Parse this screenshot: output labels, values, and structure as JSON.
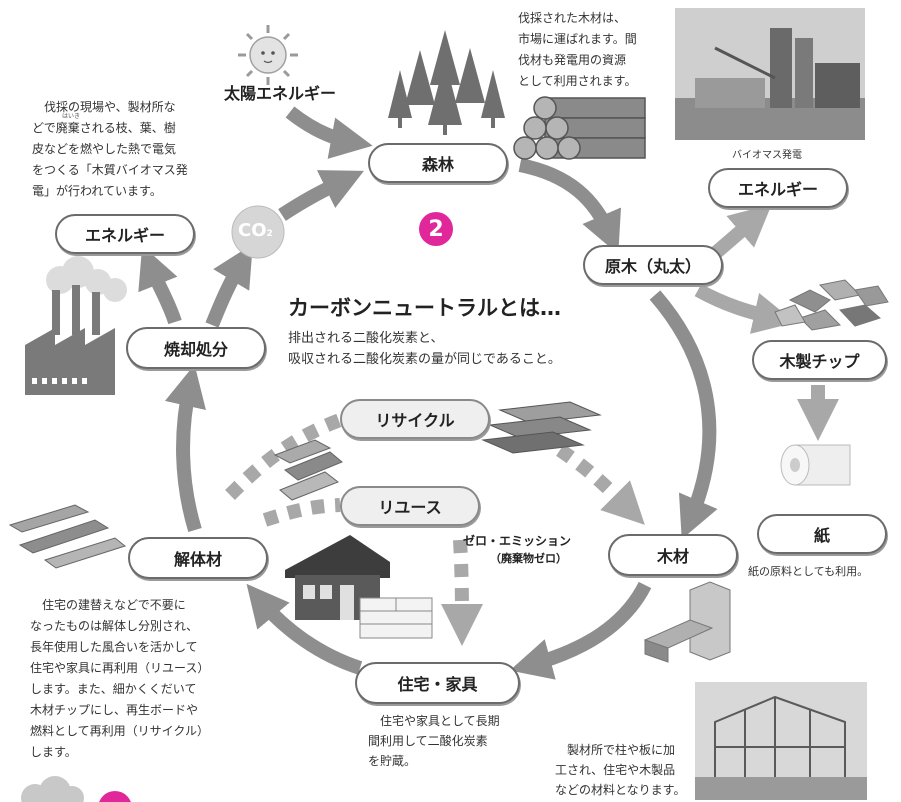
{
  "nodes": {
    "forest": "森林",
    "log": "原木（丸太）",
    "energy_right": "エネルギー",
    "chip": "木製チップ",
    "paper": "紙",
    "lumber": "木材",
    "housing": "住宅・家具",
    "demolition": "解体材",
    "incineration": "焼却処分",
    "energy_left": "エネルギー",
    "recycle": "リサイクル",
    "reuse": "リユース"
  },
  "labels": {
    "solar": "太陽エネルギー",
    "co2": "CO",
    "co2_sub": "2",
    "badge": "2",
    "zero_emission": "ゼロ・エミッション",
    "zero_emission_sub": "（廃棄物ゼロ）",
    "biomass_caption": "バイオマス発電"
  },
  "carbon_neutral": {
    "title": "カーボンニュートラルとは…",
    "body": "排出される二酸化炭素と、\n吸収される二酸化炭素の量が同じであること。"
  },
  "notes": {
    "top_left": "　伐採の現場や、製材所な\nどで廃棄される枝、葉、樹\n皮などを燃やした熱で電気\nをつくる「木質バイオマス発\n電」が行われています。",
    "top_left_ruby": "はいき",
    "top_right": "伐採された木材は、\n市場に運ばれます。間\n伐材も発電用の資源\nとして利用されます。",
    "paper_note": "紙の原料としても利用。",
    "bottom_left": "　住宅の建替えなどで不要に\nなったものは解体し分別され、\n長年使用した風合いを活かして\n住宅や家具に再利用（リユース）\nします。また、細かくくだいて\n木材チップにし、再生ボードや\n燃料として再利用（リサイクル）\nします。",
    "housing_note": "　住宅や家具として長期\n間利用して二酸化炭素\nを貯蔵。",
    "bottom_right": "　製材所で柱や板に加\n工され、住宅や木製品\nなどの材料となります。"
  }
}
